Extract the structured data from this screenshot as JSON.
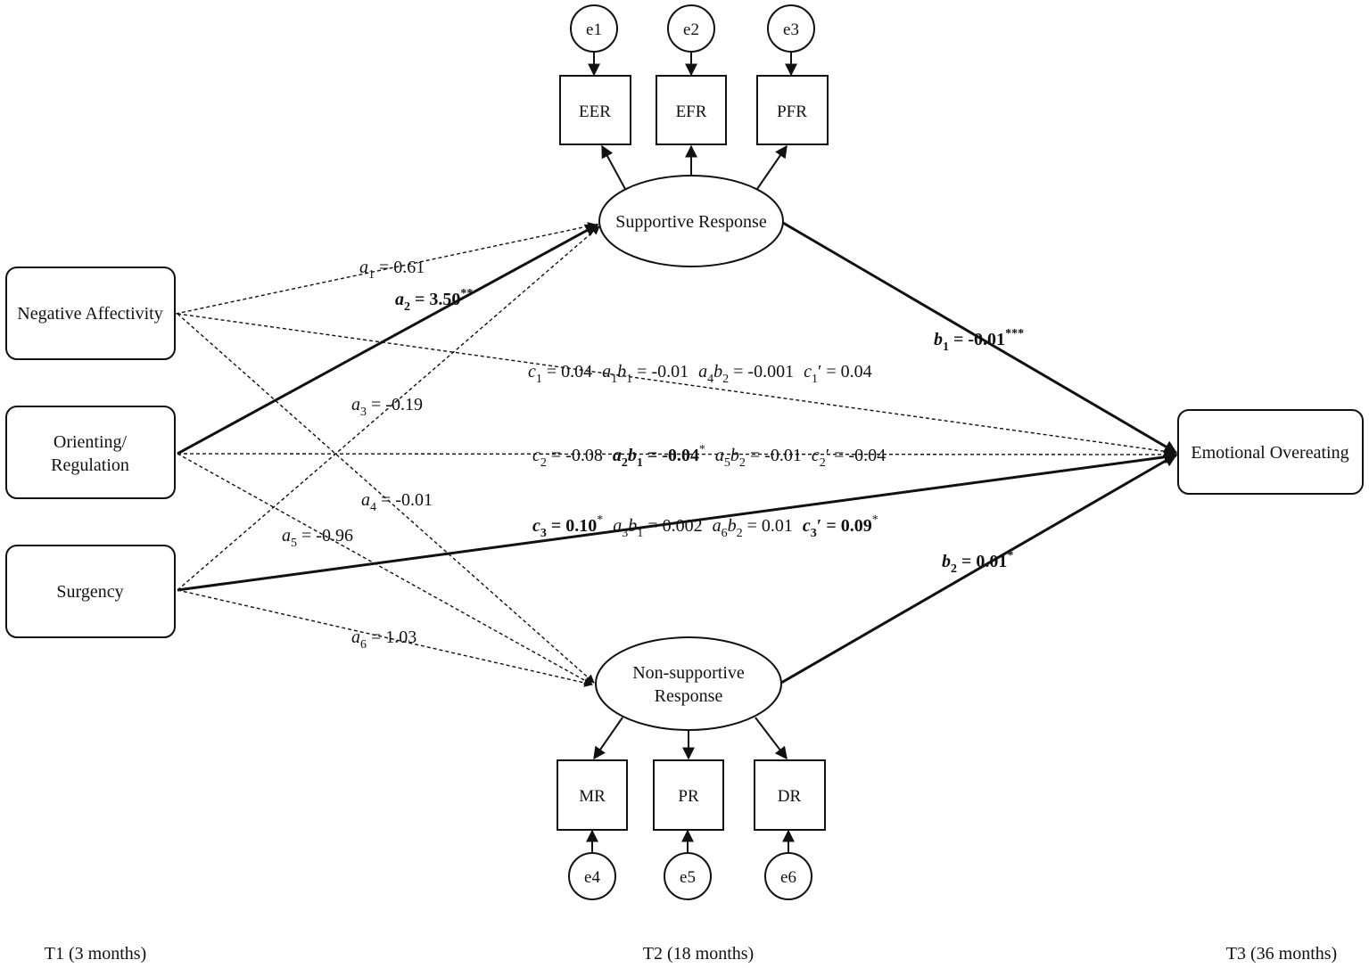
{
  "nodes": {
    "negative_affectivity": "Negative Affectivity",
    "orienting_regulation_line1": "Orienting/",
    "orienting_regulation_line2": "Regulation",
    "surgency": "Surgency",
    "supportive_response": "Supportive Response",
    "nonsupportive_line1": "Non-supportive",
    "nonsupportive_line2": "Response",
    "emotional_overeating": "Emotional Overeating"
  },
  "indicators": {
    "eer": "EER",
    "efr": "EFR",
    "pfr": "PFR",
    "mr": "MR",
    "pr": "PR",
    "dr": "DR"
  },
  "errors": {
    "e1": "e1",
    "e2": "e2",
    "e3": "e3",
    "e4": "e4",
    "e5": "e5",
    "e6": "e6"
  },
  "paths": {
    "a1": {
      "sym": "a",
      "sub": "1",
      "val": " = 0.61",
      "sig": ""
    },
    "a2": {
      "sym": "a",
      "sub": "2",
      "val": " = 3.50",
      "sig": "**"
    },
    "a3": {
      "sym": "a",
      "sub": "3",
      "val": " = -0.19",
      "sig": ""
    },
    "a4": {
      "sym": "a",
      "sub": "4",
      "val": " = -0.01",
      "sig": ""
    },
    "a5": {
      "sym": "a",
      "sub": "5",
      "val": " = -0.96",
      "sig": ""
    },
    "a6": {
      "sym": "a",
      "sub": "6",
      "val": " = 1.03",
      "sig": ""
    },
    "b1": {
      "sym": "b",
      "sub": "1",
      "val": " = -0.01",
      "sig": "***"
    },
    "b2": {
      "sym": "b",
      "sub": "2",
      "val": " = 0.01",
      "sig": "*"
    }
  },
  "effects": {
    "row1": {
      "c": " = 0.04",
      "ab1": " = -0.01",
      "ab2": " = -0.001",
      "cp": " = 0.04"
    },
    "row2": {
      "c": " = -0.08",
      "ab1": " = -0.04",
      "ab1_sig": "*",
      "ab2": " = -0.01",
      "cp": " = -0.04"
    },
    "row3": {
      "c": " = 0.10",
      "c_sig": "*",
      "ab1": " = 0.002",
      "ab2": " = 0.01",
      "cp": " = 0.09",
      "cp_sig": "*"
    }
  },
  "timepoints": {
    "t1": "T1 (3 months)",
    "t2": "T2 (18 months)",
    "t3": "T3 (36 months)"
  }
}
